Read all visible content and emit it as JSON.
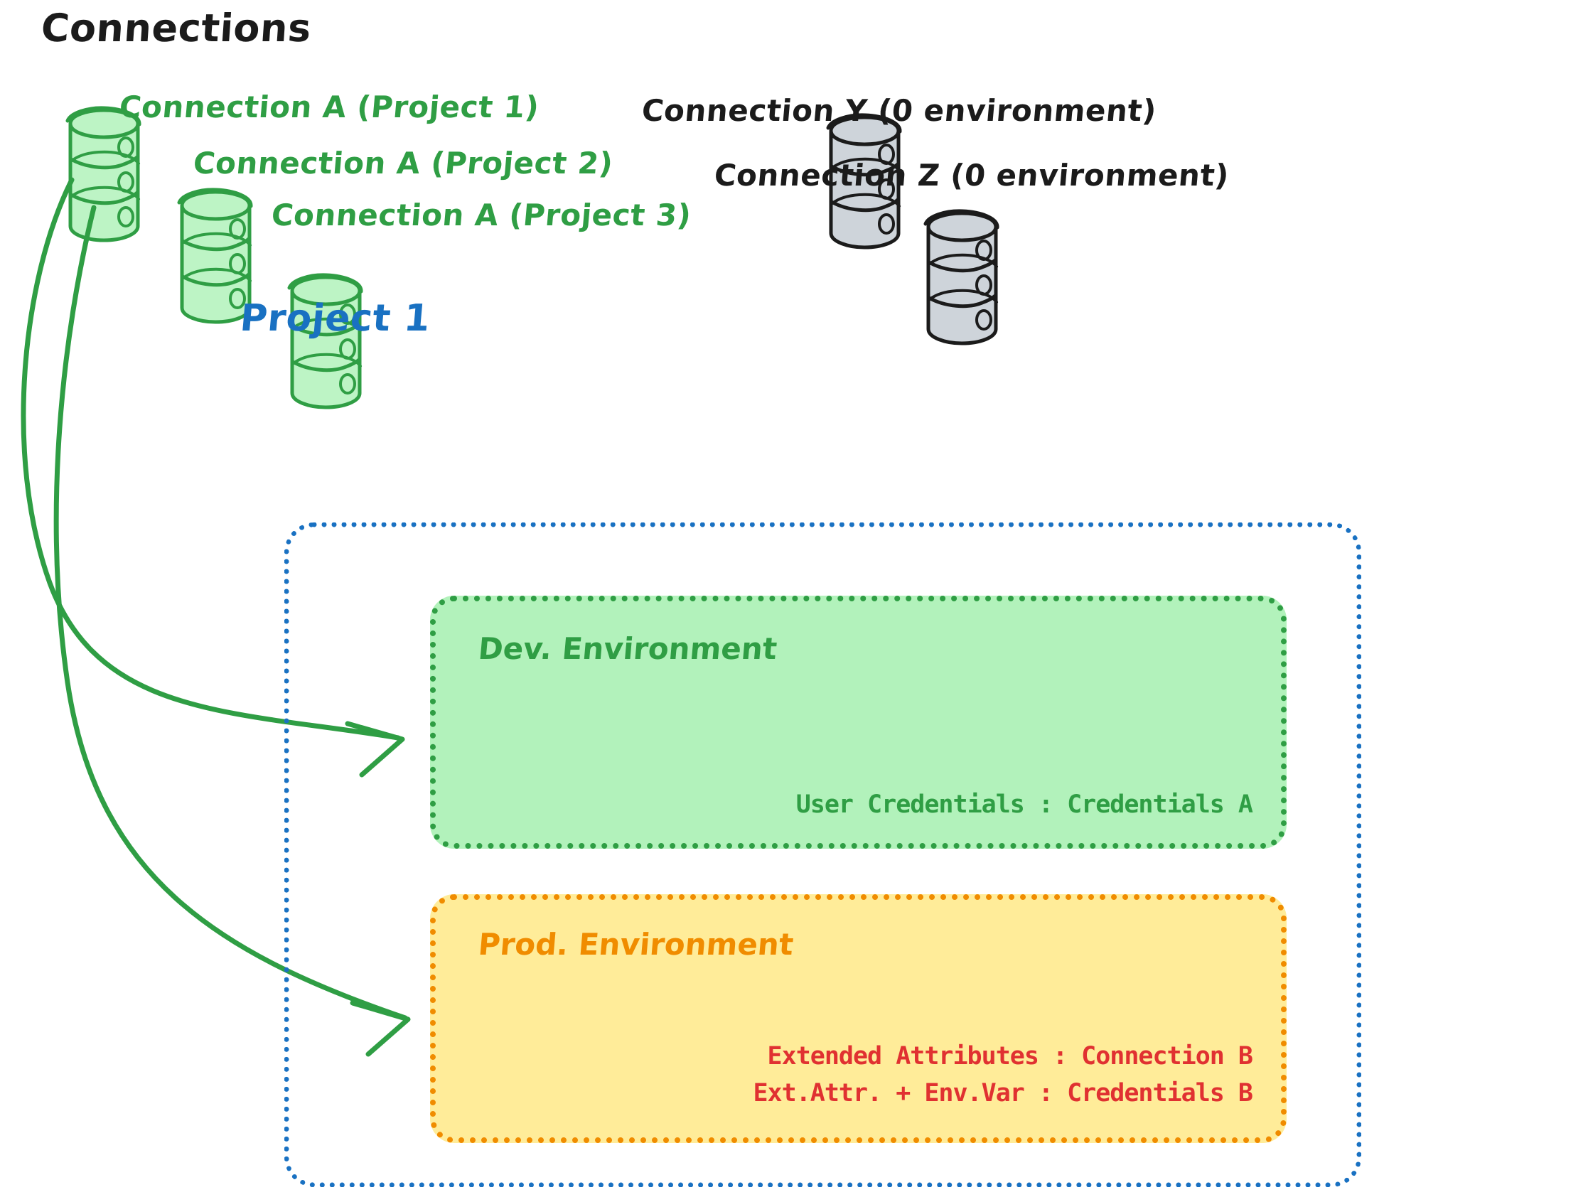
{
  "diagram": {
    "title": "Connections",
    "colors": {
      "green_stroke": "#2f9e44",
      "green_fill": "#b2f2bb",
      "gray_stroke": "#1b1b1b",
      "gray_fill": "#ced4da",
      "blue": "#1971c2",
      "orange": "#f08c00",
      "yellow_fill": "#ffec99",
      "red": "#e03131",
      "black": "#1b1b1b"
    },
    "connections": {
      "green": [
        {
          "label": "Connection A (Project 1)",
          "icon": "database-cylinder-icon"
        },
        {
          "label": "Connection A (Project 2)",
          "icon": "database-cylinder-icon"
        },
        {
          "label": "Connection A (Project 3)",
          "icon": "database-cylinder-icon"
        }
      ],
      "gray": [
        {
          "label": "Connection Y (0 environment)",
          "icon": "database-cylinder-icon"
        },
        {
          "label": "Connection Z (0 environment)",
          "icon": "database-cylinder-icon"
        }
      ]
    },
    "project": {
      "title": "Project 1",
      "environments": [
        {
          "name": "Dev. Environment",
          "lines": [
            "User Credentials : Credentials A"
          ]
        },
        {
          "name": "Prod. Environment",
          "lines": [
            "Extended Attributes : Connection B",
            "Ext.Attr. + Env.Var : Credentials B"
          ]
        }
      ]
    },
    "arrows": [
      {
        "from": "Connection A (Project 1)",
        "to": "Dev. Environment"
      },
      {
        "from": "Connection A (Project 1)",
        "to": "Prod. Environment"
      }
    ]
  }
}
